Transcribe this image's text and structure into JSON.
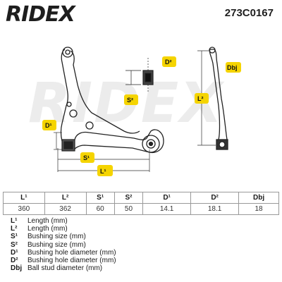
{
  "brand": {
    "logo_text": "RIDEX",
    "part_number": "273C0167",
    "watermark": "RIDEX"
  },
  "labels": {
    "L1": "L¹",
    "L2": "L²",
    "S1": "S¹",
    "S2": "S²",
    "D1": "D¹",
    "D2": "D²",
    "Dbj": "Dbj"
  },
  "table": {
    "headers": [
      "L¹",
      "L²",
      "S¹",
      "S²",
      "D¹",
      "D²",
      "Dbj"
    ],
    "values": [
      "360",
      "362",
      "60",
      "50",
      "14.1",
      "18.1",
      "18"
    ]
  },
  "legend": [
    {
      "code": "L¹",
      "text": "Length (mm)"
    },
    {
      "code": "L²",
      "text": "Length (mm)"
    },
    {
      "code": "S¹",
      "text": "Bushing size (mm)"
    },
    {
      "code": "S²",
      "text": "Bushing size (mm)"
    },
    {
      "code": "D¹",
      "text": "Bushing hole diameter (mm)"
    },
    {
      "code": "D²",
      "text": "Bushing hole diameter (mm)"
    },
    {
      "code": "Dbj",
      "text": "Ball stud diameter (mm)"
    }
  ],
  "colors": {
    "badge": "#f5d400",
    "text": "#1e1e1e"
  }
}
